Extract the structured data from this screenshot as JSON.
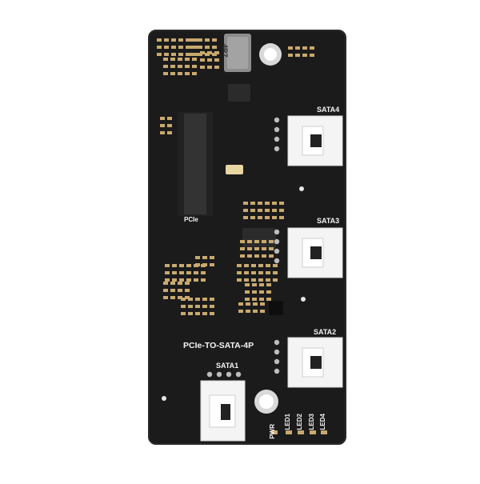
{
  "board": {
    "title": "PCIe-TO-SATA-4P",
    "edge_label": "PCIe",
    "inductor_mark": "4R7",
    "connectors": [
      {
        "label": "SATA4"
      },
      {
        "label": "SATA3"
      },
      {
        "label": "SATA2"
      },
      {
        "label": "SATA1"
      }
    ],
    "leds": [
      "PWR",
      "LED1",
      "LED2",
      "LED3",
      "LED4"
    ]
  },
  "colors": {
    "pcb": "#1b1b1b",
    "silkscreen": "#f2f2f2",
    "connector": "#f4f4f4",
    "copper": "#c8a96e"
  }
}
